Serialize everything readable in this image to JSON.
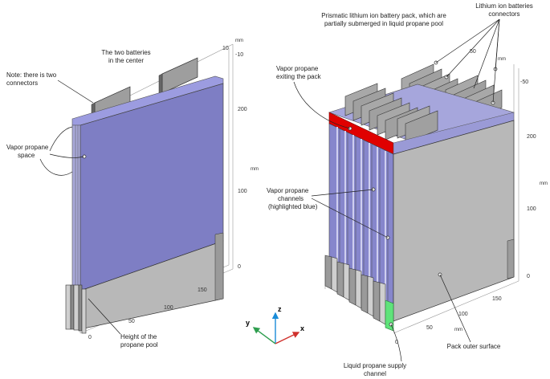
{
  "annotations": {
    "two_batteries": [
      "The two batteries",
      "in the center"
    ],
    "note_connectors": [
      "Note: there is two",
      "connectors"
    ],
    "vapor_space": [
      "Vapor propane",
      "space"
    ],
    "pool_height": [
      "Height of the",
      "propane pool"
    ],
    "prismatic_pack": [
      "Prismatic lithium ion battery pack, which are",
      "partially submerged in liquid propane pool"
    ],
    "li_connectors": [
      "Lithium ion batteries",
      "connectors"
    ],
    "vapor_exit": [
      "Vapor propane",
      "exiting the pack"
    ],
    "vapor_channels": [
      "Vapor propane",
      "channels",
      "(highlighted blue)"
    ],
    "supply_channel": [
      "Liquid propane supply",
      "channel"
    ],
    "outer_surface": "Pack outer surface"
  },
  "left_axes": {
    "unit_top": "mm",
    "top_ticks": [
      "10",
      "-10"
    ],
    "z_ticks": [
      "200",
      "100",
      "0"
    ],
    "unit_z": "mm",
    "x_ticks": [
      "150",
      "100",
      "50",
      "0"
    ]
  },
  "right_axes": {
    "top_ticks": [
      "50",
      "mm",
      "-50"
    ],
    "z_ticks": [
      "200",
      "100",
      "0"
    ],
    "unit_z": "mm",
    "x_ticks": [
      "150",
      "100",
      "50",
      "mm",
      "0"
    ]
  },
  "triad": {
    "x": "x",
    "y": "y",
    "z": "z"
  },
  "colors": {
    "vapor_blue": "#7e7ec4",
    "exit_red": "#e00000",
    "supply_green": "#5fe37a",
    "body_gray": "#b8b8b8",
    "axis_x": "#d0312d",
    "axis_y": "#2e9e4f",
    "axis_z": "#1a8cd8"
  }
}
